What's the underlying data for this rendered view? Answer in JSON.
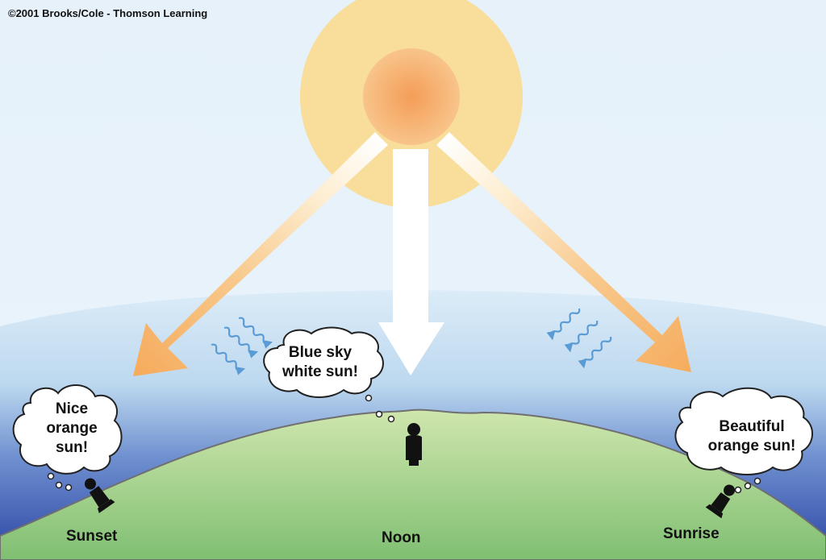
{
  "copyright": "©2001 Brooks/Cole - Thomson Learning",
  "thoughts": {
    "sunset": [
      "Nice",
      "orange",
      "sun!"
    ],
    "noon": [
      "Blue sky",
      "white sun!"
    ],
    "sunrise": [
      "Beautiful",
      "orange sun!"
    ]
  },
  "labels": {
    "sunset": "Sunset",
    "noon": "Noon",
    "sunrise": "Sunrise"
  },
  "colors": {
    "sky_top": "#e8f3fb",
    "sky_horizon": "#2f4aa6",
    "earth": "#9fcf86",
    "sun_outer": "#f9dd9a",
    "sun_core": "#f4a866",
    "orange_arrow": "#f6b26b",
    "scatter_waves": "#5b9bd5"
  }
}
